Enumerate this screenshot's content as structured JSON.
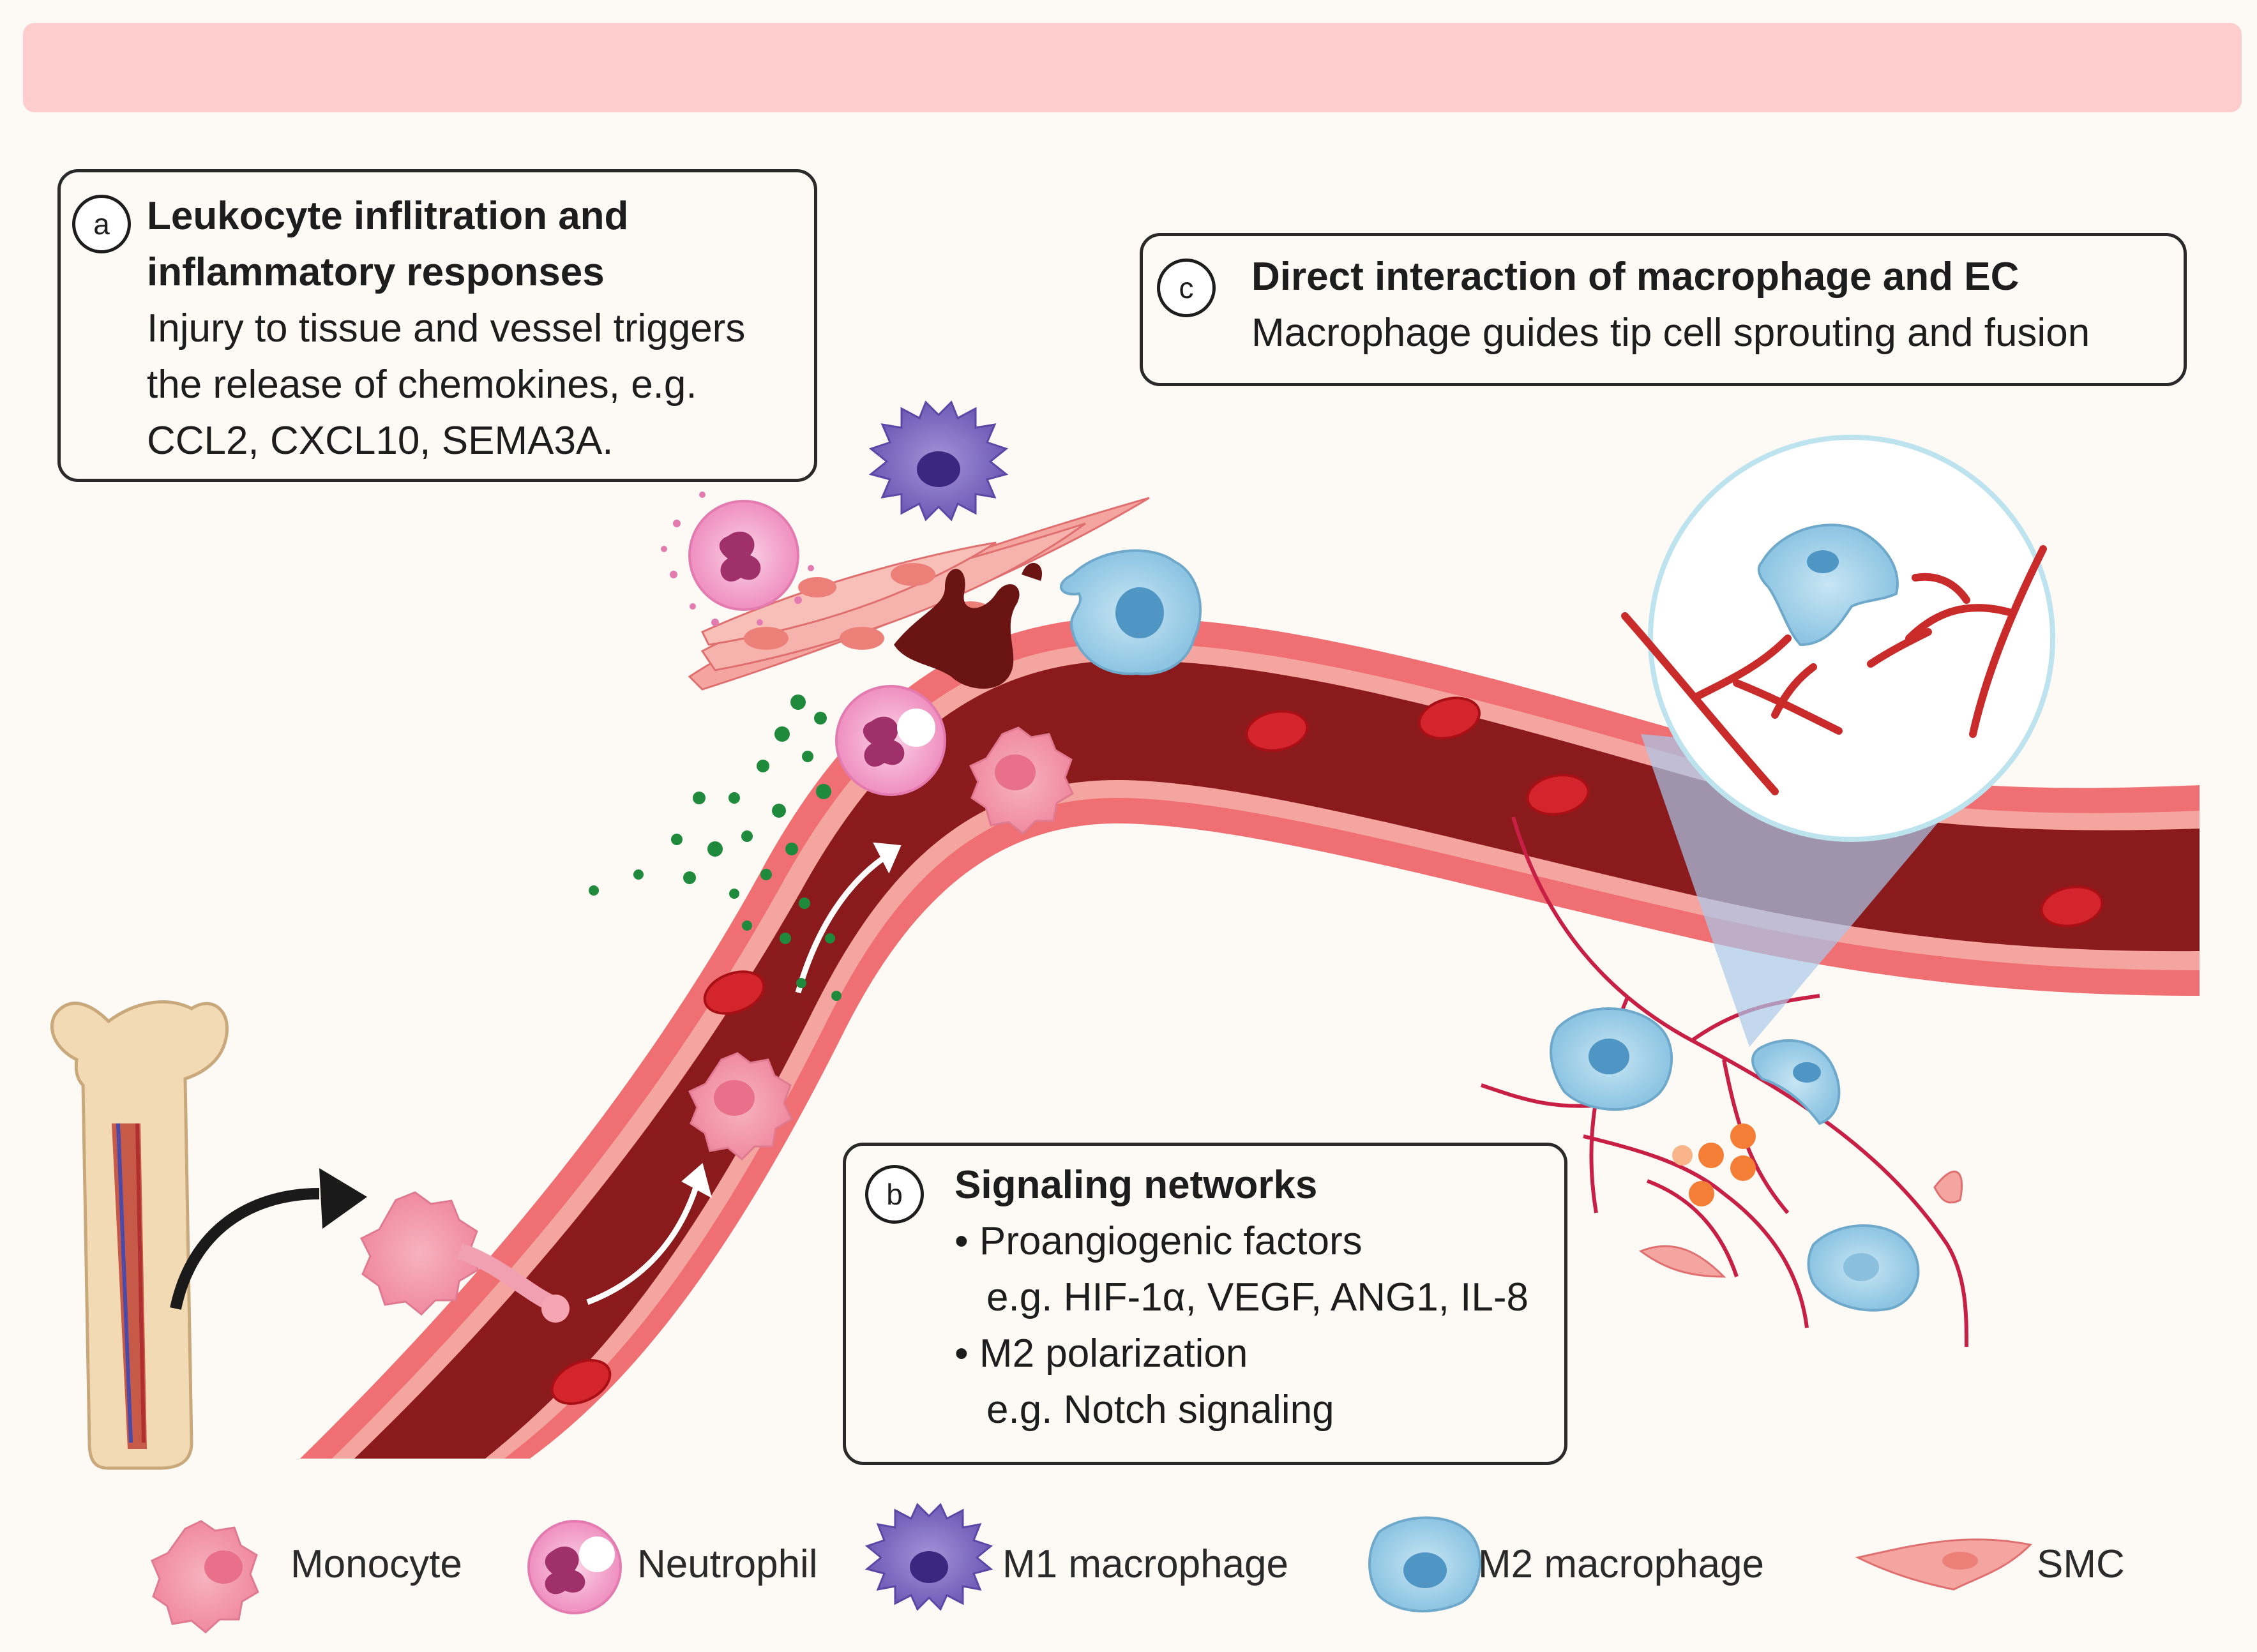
{
  "boxes": {
    "a": {
      "badge": "a",
      "title_line1": "Leukocyte inflitration and",
      "title_line2": "inflammatory responses",
      "text_line1": "Injury to tissue and vessel triggers",
      "text_line2": "the release of chemokines, e.g.",
      "text_line3": "CCL2, CXCL10, SEMA3A."
    },
    "b": {
      "badge": "b",
      "title": "Signaling networks",
      "line1": "• Proangiogenic factors",
      "line2": "e.g. HIF-1α, VEGF, ANG1, IL-8",
      "line3": "• M2 polarization",
      "line4": "e.g. Notch signaling"
    },
    "c": {
      "badge": "c",
      "title": "Direct interaction of macrophage and EC",
      "text": "Macrophage guides tip cell sprouting and fusion"
    }
  },
  "legend": {
    "monocyte": "Monocyte",
    "neutrophil": "Neutrophil",
    "m1": "M1 macrophage",
    "m2": "M2 macrophage",
    "smc": "SMC"
  },
  "colors": {
    "banner": "#fdcccc",
    "vessel_wall": "#ef6f72",
    "vessel_lumen": "#8b1a1c",
    "rbc": "#d4242c",
    "monocyte": "#f6a5b2",
    "neutrophil": "#f5b6d6",
    "m1": "#8a76c8",
    "m2": "#a9d4ea",
    "chemokine_dots": "#1f8a3c"
  }
}
